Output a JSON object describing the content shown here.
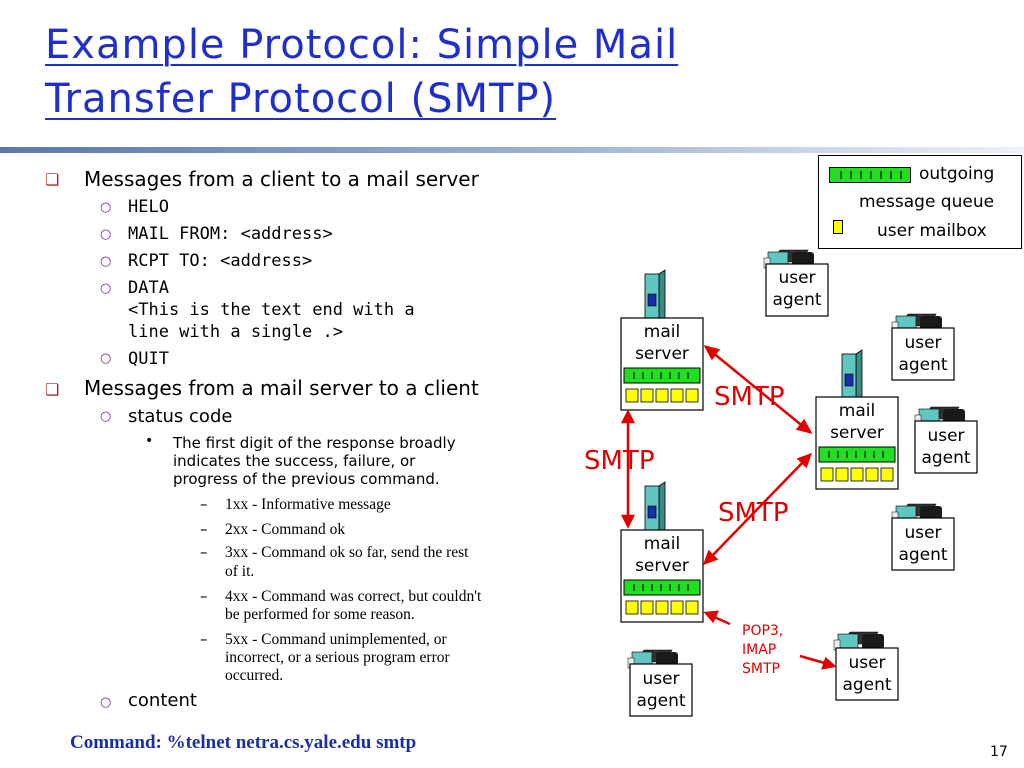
{
  "title": {
    "line1": "Example Protocol: Simple Mail",
    "line2": "Transfer  Protocol (SMTP)"
  },
  "client_to_server": {
    "heading": "Messages from a client to a mail server",
    "commands": [
      "HELO",
      "MAIL FROM: <address>",
      "RCPT TO: <address>"
    ],
    "data_cmd": "DATA",
    "data_desc_1": "<This is the text end with a",
    "data_desc_2": "line with a single .>",
    "quit_cmd": "QUIT"
  },
  "server_to_client": {
    "heading": "Messages from a mail server to a client",
    "status_code": "status code",
    "first_digit_1": "The first digit of the response broadly",
    "first_digit_2": "indicates the success, failure, or",
    "first_digit_3": "progress of the previous command.",
    "codes": [
      {
        "l1": "1xx - Informative message"
      },
      {
        "l1": "2xx - Command ok"
      },
      {
        "l1": "3xx - Command ok so far, send the rest",
        "l2": "of it."
      },
      {
        "l1": "4xx - Command was correct, but couldn't",
        "l2": "be performed for some reason."
      },
      {
        "l1": "5xx - Command unimplemented, or",
        "l2": "incorrect, or a serious program error",
        "l3": "occurred."
      }
    ],
    "content": "content"
  },
  "command_line": "Command: %telnet netra.cs.yale.edu smtp",
  "page_number": "17",
  "legend": {
    "outgoing_1": "outgoing",
    "outgoing_2": "message queue",
    "mailbox": "user mailbox"
  },
  "diagram": {
    "mail_server": [
      "mail",
      "server"
    ],
    "user_agent": [
      "user",
      "agent"
    ],
    "smtp": "SMTP",
    "pop_labels": [
      "POP3,",
      "IMAP",
      "SMTP"
    ]
  },
  "colors": {
    "title": "#1f2fcc",
    "bullet_l1": "#a52a2a",
    "bullet_l2": "#7a1fa2",
    "smtp_red": "#e00000",
    "queue_green": "#22dd22",
    "mailbox_yellow": "#ffff00",
    "computer_teal": "#5fc6c0",
    "command_blue": "#1a2ea8"
  },
  "icons": {
    "bullet_l1": "square-outline-bullet",
    "bullet_l2": "circle-outline-bullet",
    "bullet_l3": "dot-bullet",
    "bullet_l4": "dash-bullet"
  }
}
